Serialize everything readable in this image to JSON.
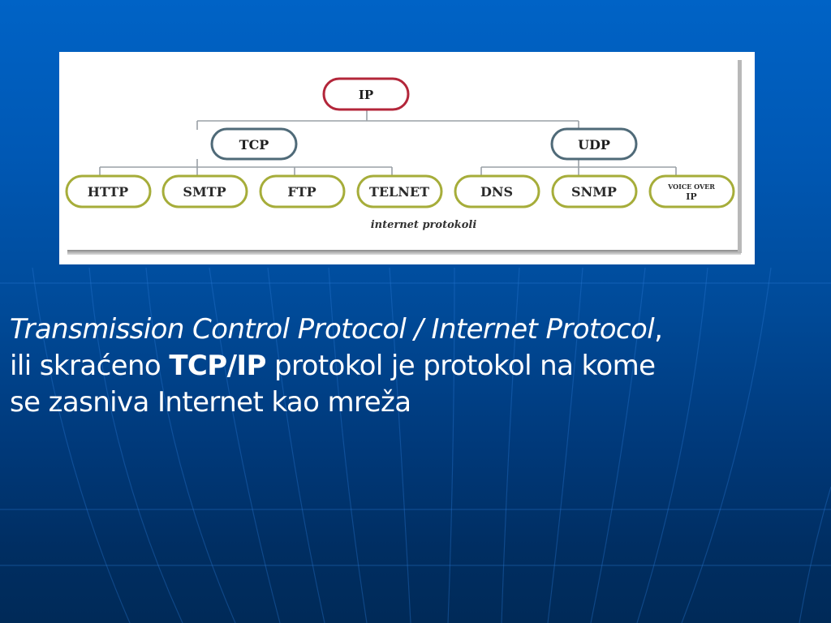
{
  "slide": {
    "background_colors": {
      "top": "#0063c6",
      "bottom": "#002a58"
    }
  },
  "diagram": {
    "caption": "internet protokoli",
    "colors": {
      "root_border": "#b3263a",
      "mid_border": "#4f6a78",
      "leaf_border": "#a6ad3a",
      "connector": "#9aa0a6"
    },
    "root": {
      "label": "IP"
    },
    "transport": [
      {
        "label": "TCP"
      },
      {
        "label": "UDP"
      }
    ],
    "applications": [
      {
        "label": "HTTP",
        "parent": "TCP"
      },
      {
        "label": "SMTP",
        "parent": "TCP"
      },
      {
        "label": "FTP",
        "parent": "TCP"
      },
      {
        "label": "TELNET",
        "parent": "TCP"
      },
      {
        "label": "DNS",
        "parent": "UDP"
      },
      {
        "label": "SNMP",
        "parent": "UDP"
      },
      {
        "label_line1": "VOICE OVER",
        "label_line2": "IP",
        "parent": "UDP"
      }
    ]
  },
  "body_text": {
    "line1_italic": "Transmission Control Protocol / Internet Protocol",
    "line1_suffix": ",",
    "line2_prefix": "ili skraćeno ",
    "line2_bold": "TCP/IP",
    "line2_suffix": " protokol je protokol na kome",
    "line3": "se zasniva Internet kao mreža"
  }
}
